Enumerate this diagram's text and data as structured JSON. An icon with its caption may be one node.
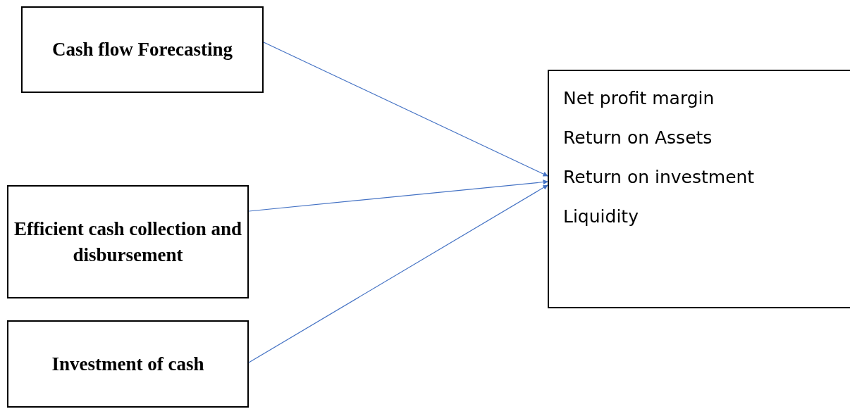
{
  "diagram": {
    "nodes": [
      {
        "text": [
          "Cash flow Forecasting"
        ]
      },
      {
        "text": [
          "Efficient cash collection and disbursement"
        ]
      },
      {
        "text": [
          "Investment of cash"
        ]
      },
      {
        "text": [
          "Net profit margin",
          "Return on Assets",
          "Return on investment",
          "Liquidity"
        ]
      }
    ],
    "edges": [
      {
        "from": 0,
        "to": 3,
        "arrow": "to",
        "color": "#4472c4"
      },
      {
        "from": 1,
        "to": 3,
        "arrow": "to",
        "color": "#4472c4"
      },
      {
        "from": 2,
        "to": 3,
        "arrow": "to",
        "color": "#4472c4"
      }
    ]
  }
}
